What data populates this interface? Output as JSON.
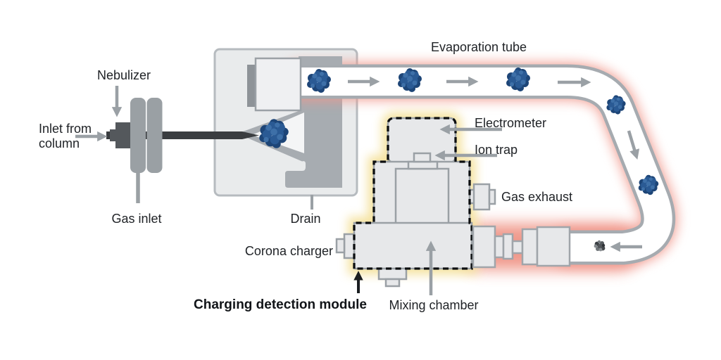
{
  "labels": {
    "nebulizer": "Nebulizer",
    "inlet_from": "Inlet from",
    "column": "column",
    "gas_inlet": "Gas inlet",
    "drain": "Drain",
    "evaporation_tube": "Evaporation tube",
    "electrometer": "Electrometer",
    "ion_trap": "Ion trap",
    "gas_exhaust": "Gas exhaust",
    "corona_charger": "Corona charger",
    "charging_detection_module": "Charging detection module",
    "mixing_chamber": "Mixing chamber"
  },
  "colors": {
    "particle_blue": "#2a5a94",
    "particle_blue_dark": "#1d4577",
    "particle_blue_light": "#3e70a8",
    "glow_red": "#ef8374",
    "glow_pink": "#f2958a",
    "glow_yellow": "#f4e19b",
    "component_fill": "#e8e9eb",
    "component_border": "#9aa0a5",
    "inner_gray": "#a7acb1",
    "needle_dark": "#3a3d40",
    "arrow_gray": "#9aa0a5",
    "text": "#202327"
  }
}
